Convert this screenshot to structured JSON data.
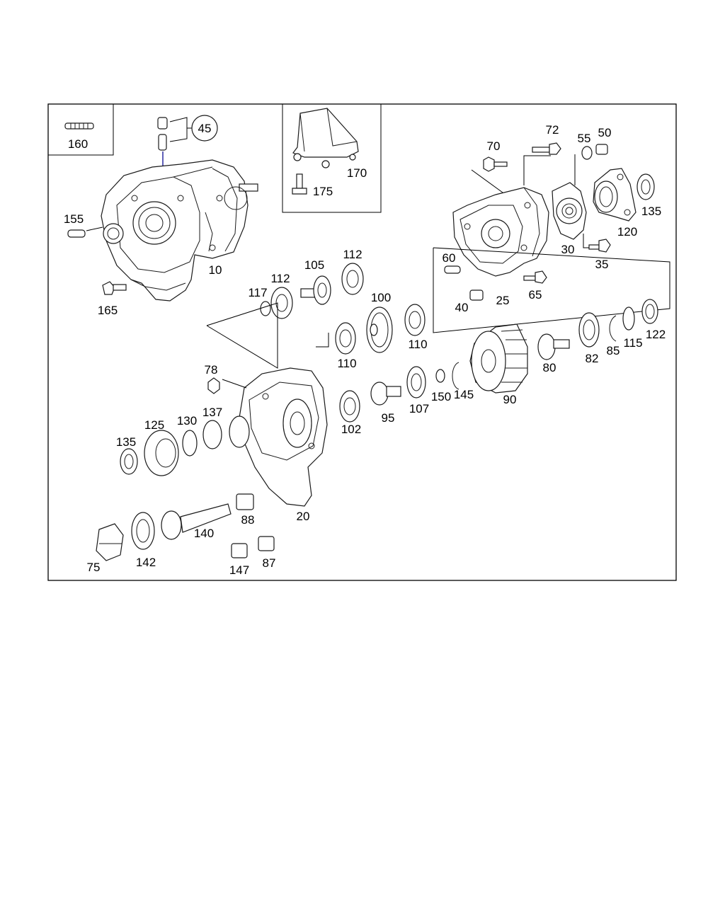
{
  "labels": {
    "p10": "10",
    "p20": "20",
    "p25": "25",
    "p30": "30",
    "p35": "35",
    "p40": "40",
    "p45": "45",
    "p50": "50",
    "p55": "55",
    "p60": "60",
    "p65": "65",
    "p70": "70",
    "p72": "72",
    "p75": "75",
    "p78": "78",
    "p80": "80",
    "p82": "82",
    "p85": "85",
    "p87": "87",
    "p88": "88",
    "p90": "90",
    "p95": "95",
    "p100": "100",
    "p102": "102",
    "p105": "105",
    "p107": "107",
    "p110a": "110",
    "p110b": "110",
    "p112a": "112",
    "p112b": "112",
    "p115": "115",
    "p117": "117",
    "p120": "120",
    "p122": "122",
    "p125": "125",
    "p130": "130",
    "p135a": "135",
    "p135b": "135",
    "p137": "137",
    "p140": "140",
    "p142": "142",
    "p145": "145",
    "p147": "147",
    "p150": "150",
    "p155": "155",
    "p160": "160",
    "p165": "165",
    "p170": "170",
    "p175": "175"
  }
}
